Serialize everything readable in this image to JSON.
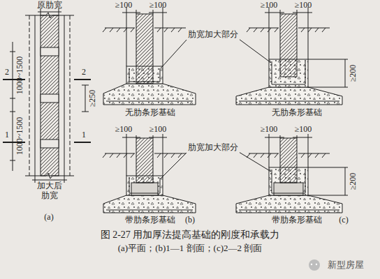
{
  "diagram": {
    "caption": "图 2-27 用加厚法提高基础的刚度和承载力",
    "labels": [
      "原肋宽",
      "2",
      "2",
      "1000~1500",
      "1000~1500",
      "1",
      "1",
      "≥250",
      "加大后 肋宽",
      "(a)",
      "≥100",
      "≥100",
      "肋宽加大部分",
      "无肋条形基础",
      "≥100",
      "≥100",
      "≥200",
      "无肋条形基础",
      "≥100",
      "≥100",
      "肋宽加大部分",
      "带肋条形基础",
      "≥100",
      "≥100",
      "≥200",
      "带肋条形基础",
      "(b)",
      "(c)",
      "(a)平面；(b)1—1 剖面；(c)2—2 剖面",
      "新型房屋"
    ]
  }
}
